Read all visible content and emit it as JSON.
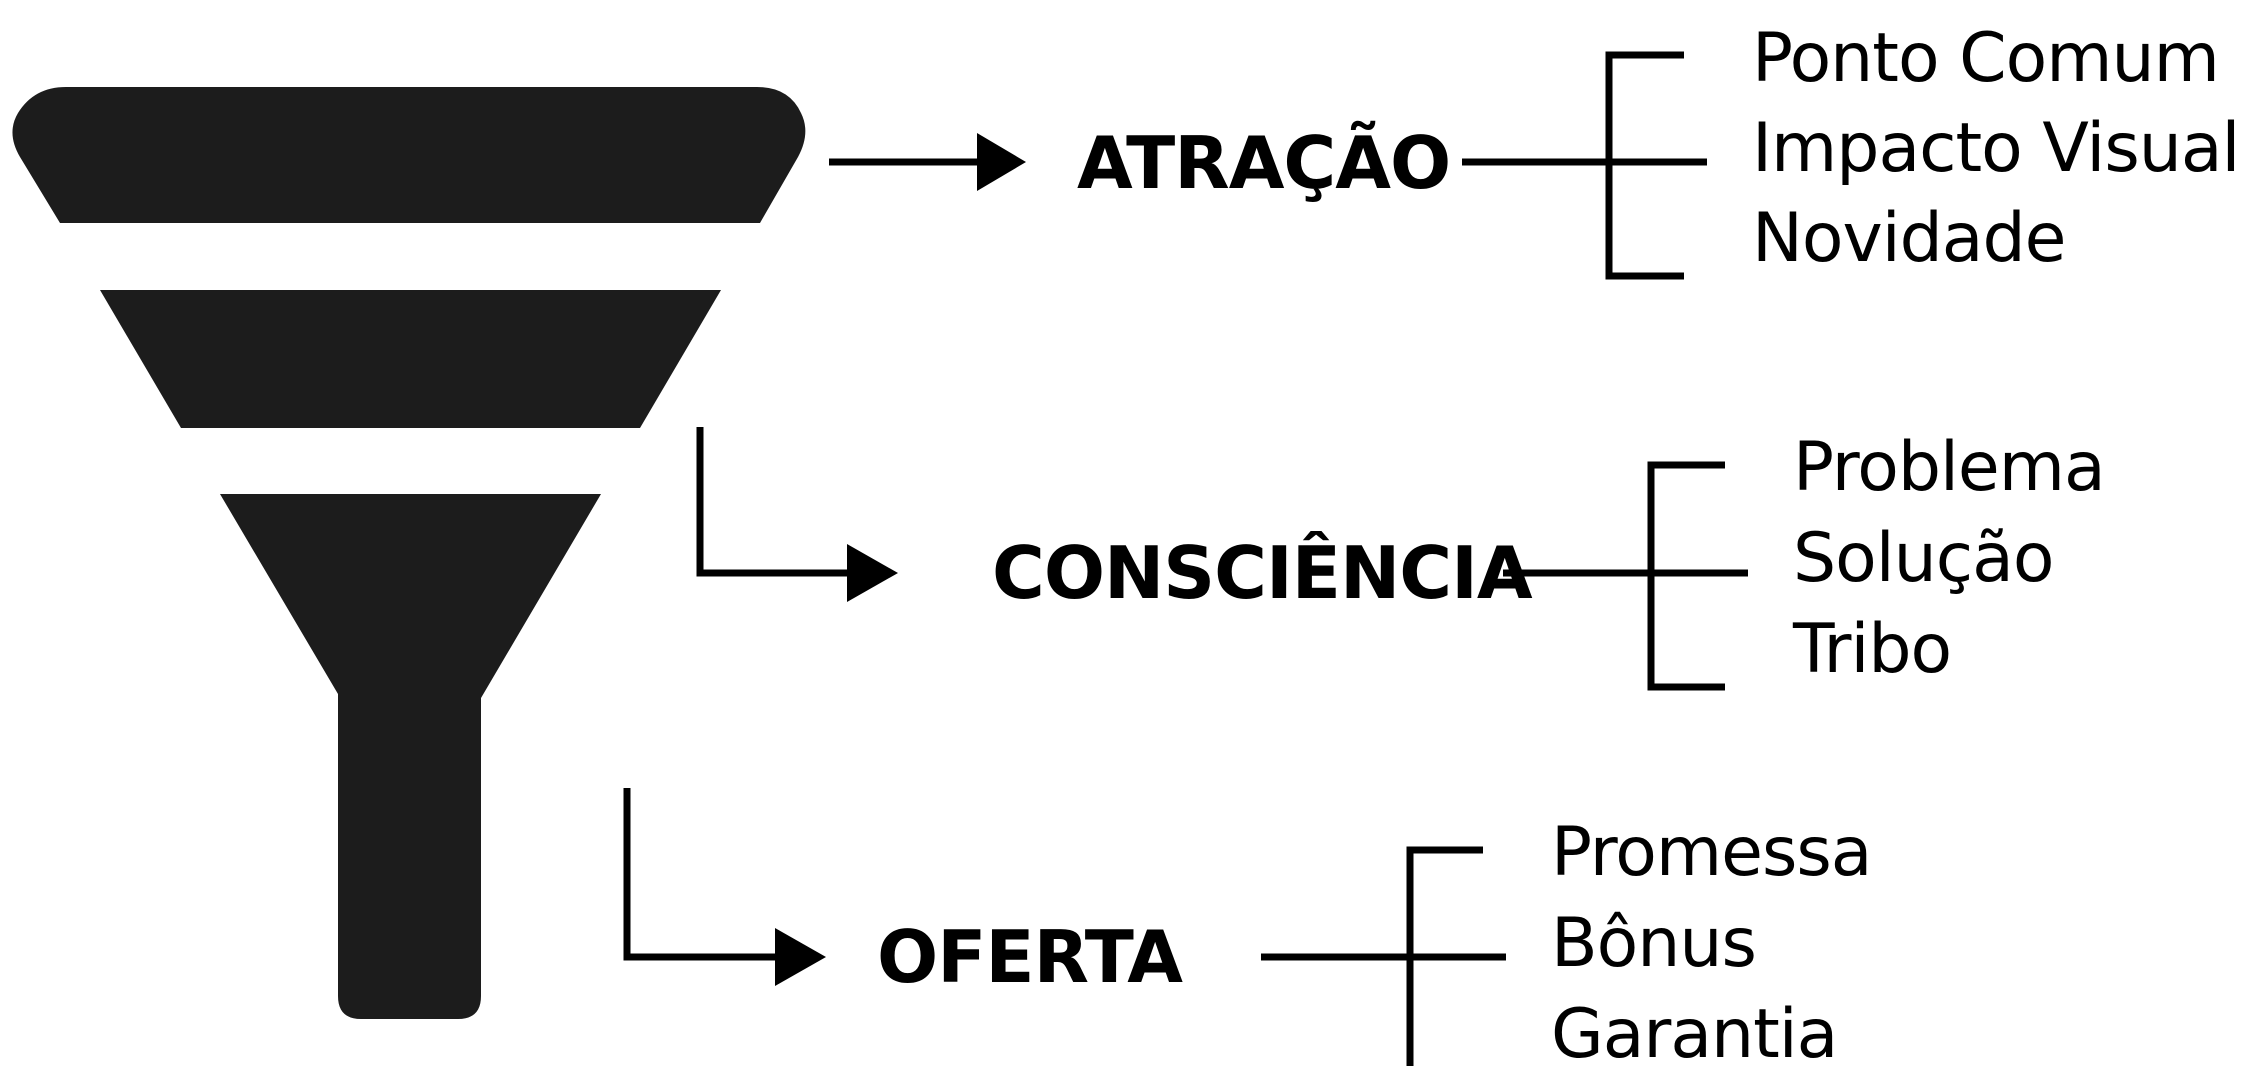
{
  "colors": {
    "funnel": "#1c1c1c",
    "ink": "#000000",
    "background": "#ffffff"
  },
  "stages": [
    {
      "name": "ATRAÇÃO",
      "items": [
        "Ponto Comum",
        "Impacto Visual",
        "Novidade"
      ]
    },
    {
      "name": "CONSCIÊNCIA",
      "items": [
        "Problema",
        "Solução",
        "Tribo"
      ]
    },
    {
      "name": "OFERTA",
      "items": [
        "Promessa",
        "Bônus",
        "Garantia"
      ]
    }
  ]
}
